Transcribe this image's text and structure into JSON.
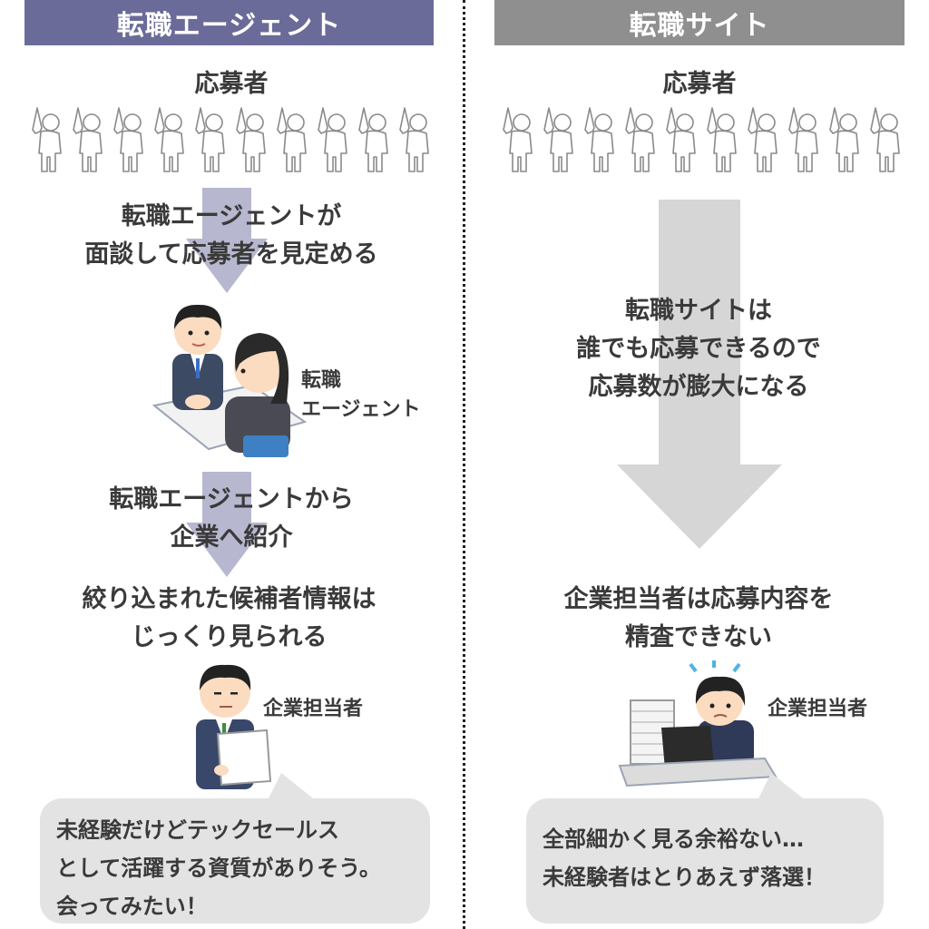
{
  "left": {
    "header": "転職エージェント",
    "applicants_label": "応募者",
    "step1_lines": [
      "転職エージェントが",
      "面談して応募者を見定める"
    ],
    "agent_label_lines": [
      "転職",
      "エージェント"
    ],
    "step2_lines": [
      "転職エージェントから",
      "企業へ紹介"
    ],
    "result_lines": [
      "絞り込まれた候補者情報は",
      "じっくり見られる"
    ],
    "company_label": "企業担当者",
    "bubble_lines": [
      "未経験だけどテックセールス",
      "として活躍する資質がありそう。",
      "会ってみたい！"
    ]
  },
  "right": {
    "header": "転職サイト",
    "applicants_label": "応募者",
    "step1_lines": [
      "転職サイトは",
      "誰でも応募できるので",
      "応募数が膨大になる"
    ],
    "result_lines": [
      "企業担当者は応募内容を",
      "精査できない"
    ],
    "company_label": "企業担当者",
    "bubble_lines": [
      "全部細かく見る余裕ない…",
      "未経験者はとりあえず落選！"
    ]
  },
  "colors": {
    "left_header": "#6b6b99",
    "right_header": "#8f8f8f",
    "left_arrow": "#b7b7cf",
    "right_arrow": "#d6d6d6",
    "bubble": "#e3e3e3"
  },
  "people_count": 10
}
